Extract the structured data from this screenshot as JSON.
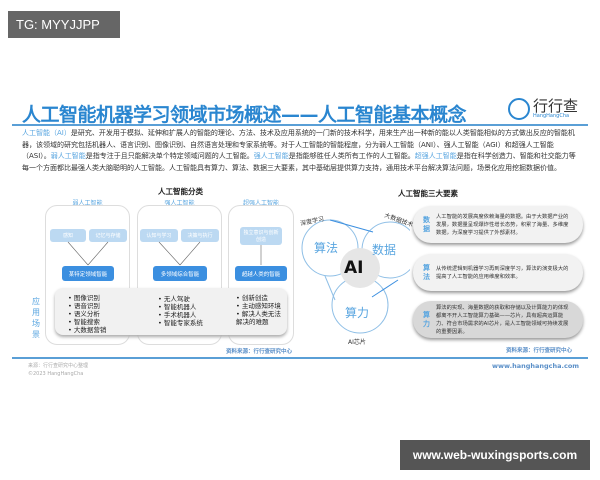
{
  "watermark_top": "TG: MYYJJPP",
  "watermark_bottom": "www.web-wuxingsports.com",
  "title": "人工智能机器学习领域市场概述——人工智能基本概念",
  "logo": {
    "name": "行行查",
    "sub": "HangHangCha"
  },
  "intro": {
    "p1_hl": "人工智能（AI）",
    "p1": "是研究、开发用于模拟、延伸和扩展人的智能的理论、方法、技术及应用系统的一门新的技术科学，用来生产出一种新的能以人类智能相似的方式做出反应的智能机器，该领域的研究包括机器人、语言识别、图像识别、自然语言处理和专家系统等。对于人工智能的智能程度，分为弱人工智能（ANI）、强人工智能（AGI）和超强人工智能（ASI）。",
    "w_hl": "弱人工智能",
    "w": "是指专注于且只能解决单个特定领域问题的人工智能。",
    "s_hl": "强人工智能",
    "s": "是指能够胜任人类所有工作的人工智能。",
    "ss_hl": "超强人工智能",
    "ss": "是指在科学创造力、智能和社交能力等每一个方面都比最强人类大脑聪明的人工智能。人工智能具有算力、算法、数据三大要素，其中基础层提供算力支持，通用技术平台解决算法问题，场景化应用挖掘数据价值。"
  },
  "classification": {
    "title": "人工智能分类",
    "scenario_label": "应用场景",
    "columns": [
      {
        "name": "弱人工智能",
        "inputs": [
          "感知",
          "记忆与存储"
        ],
        "result": "某特定领域智能",
        "scenarios": [
          "图像识别",
          "语音识别",
          "语义分析",
          "智能搜索",
          "大数据营销"
        ]
      },
      {
        "name": "强人工智能",
        "inputs": [
          "认知与学习",
          "决策与执行"
        ],
        "result": "多领域综合智能",
        "scenarios": [
          "无人驾驶",
          "智能机器人",
          "手术机器人",
          "智能专家系统"
        ]
      },
      {
        "name": "超强人工智能",
        "inputs": [
          "独立意识与创新创造"
        ],
        "result": "超越人类的智能",
        "scenarios": [
          "创新创造",
          "主动感知环境",
          "解决人类无法解决的难题"
        ]
      }
    ],
    "source": "资料来源：行行查研究中心"
  },
  "elements": {
    "title": "人工智能三大要素",
    "center": "AI",
    "lobes": [
      "算法",
      "数据",
      "算力"
    ],
    "tags": [
      "深度学习",
      "大数据技术",
      "AI芯片"
    ],
    "cards": [
      {
        "key": "数据",
        "text": "人工智能的发展高度依赖海量的数据。由于大数据产业的发展，数据量呈现爆炸性增长态势，积累了海量、多维度数据，为深度学习提供了外部素材。"
      },
      {
        "key": "算法",
        "text": "从传统逻辑到机器学习再到深度学习，算法的演变极大的提高了人工智能的应用维度和效率。"
      },
      {
        "key": "算力",
        "text": "算法的实现、海量数据的获取和存储以及计算能力的体现都离不开人工智能算力基础——芯片，具有超高运算能力、符合市场需求的AI芯片，是人工智能领域可持续发展的重要因素。"
      }
    ],
    "source": "资料来源：行行查研究中心"
  },
  "footer": {
    "source": "来源：行行查研究中心整理",
    "copyright": "©2023 HangHangCha",
    "url": "www.hanghangcha.com"
  },
  "colors": {
    "accent": "#2a86d0",
    "light": "#5aa6e0"
  }
}
